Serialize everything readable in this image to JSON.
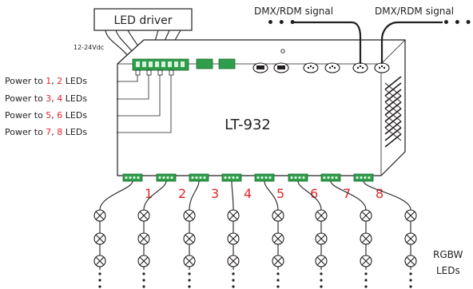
{
  "model": "LT-932",
  "driver": {
    "label": "LED driver",
    "voltage": "12-24Vdc"
  },
  "dmx_inputs": [
    {
      "label": "DMX/RDM signal"
    },
    {
      "label": "DMX/RDM signal"
    }
  ],
  "power_labels": [
    {
      "prefix": "Power to ",
      "a": "1",
      "sep": ", ",
      "b": "2",
      "suffix": " LEDs"
    },
    {
      "prefix": "Power to ",
      "a": "3",
      "sep": ", ",
      "b": "4",
      "suffix": " LEDs"
    },
    {
      "prefix": "Power to ",
      "a": "5",
      "sep": ", ",
      "b": "6",
      "suffix": " LEDs"
    },
    {
      "prefix": "Power to ",
      "a": "7",
      "sep": ", ",
      "b": "8",
      "suffix": " LEDs"
    }
  ],
  "output_numbers": [
    "1",
    "2",
    "3",
    "4",
    "5",
    "6",
    "7",
    "8"
  ],
  "led_label": {
    "line1": "RGBW",
    "line2": "LEDs"
  },
  "colors": {
    "line": "#231f20",
    "accent_red": "#e0262b",
    "terminal_green": "#2e9e4a"
  },
  "icons": [
    "light-bulb-icon",
    "terminal-block-icon",
    "rj45-port-icon",
    "xlr-port-icon"
  ]
}
